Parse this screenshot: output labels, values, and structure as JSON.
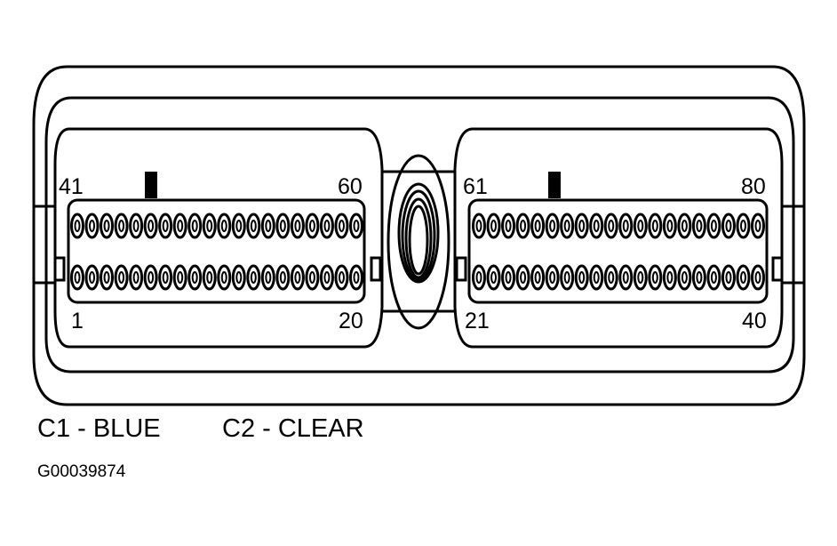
{
  "connector_c1": {
    "pin_labels": {
      "top_left": "41",
      "top_right": "60",
      "bottom_left": "1",
      "bottom_right": "20"
    },
    "pins_per_row": 20
  },
  "connector_c2": {
    "pin_labels": {
      "top_left": "61",
      "top_right": "80",
      "bottom_left": "21",
      "bottom_right": "40"
    },
    "pins_per_row": 20
  },
  "captions": {
    "c1": "C1 - BLUE",
    "c2": "C2 - CLEAR"
  },
  "figure_id": "G00039874",
  "colors": {
    "line": "#000000",
    "background": "#ffffff"
  }
}
